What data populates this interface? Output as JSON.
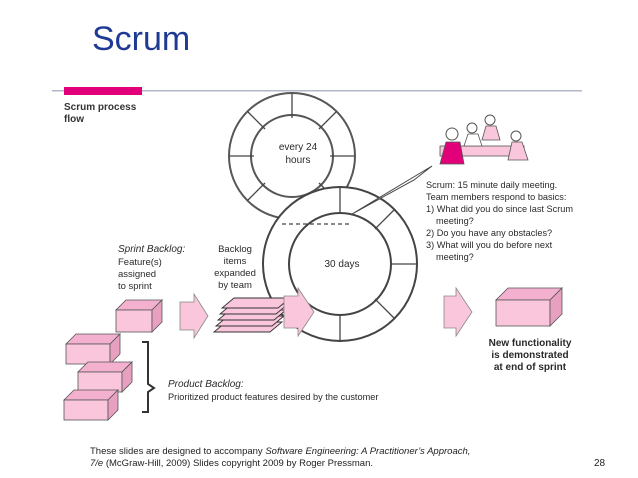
{
  "slide": {
    "title": "Scrum",
    "page_number": "28",
    "footer": {
      "line1_prefix": "These slides are designed to accompany ",
      "book_title": "Software Engineering: A Practitioner’s Approach,",
      "edition": "7/e",
      "line2_rest": " (McGraw-Hill, 2009) Slides copyright 2009 by Roger Pressman."
    }
  },
  "figure": {
    "caption_line1": "Scrum process",
    "caption_line2": "flow",
    "cycle_small": [
      "every 24",
      "hours"
    ],
    "cycle_large": "30 days",
    "meeting": {
      "line1": "Scrum: 15 minute daily meeting.",
      "line2": "Team members respond to basics:",
      "line3": "1) What did you do since last Scrum",
      "line4": "meeting?",
      "line5": "2) Do you have any obstacles?",
      "line6": "3) What will you do before next",
      "line7": "meeting?"
    },
    "sprint_backlog": {
      "title": "Sprint Backlog:",
      "lines": [
        "Feature(s)",
        "assigned",
        "to sprint"
      ]
    },
    "backlog_items": [
      "Backlog",
      "items",
      "expanded",
      "by team"
    ],
    "product_backlog": {
      "title": "Product Backlog:",
      "subtitle": "Prioritized product features desired by the customer"
    },
    "new_functionality": [
      "New functionality",
      "is demonstrated",
      "at end of sprint"
    ]
  },
  "colors": {
    "title": "#1f3a93",
    "pink": "#f9c6dc",
    "pink_dark": "#e7a0c0",
    "figure_text": "#2a2a2a",
    "badge": "#e2007a"
  }
}
